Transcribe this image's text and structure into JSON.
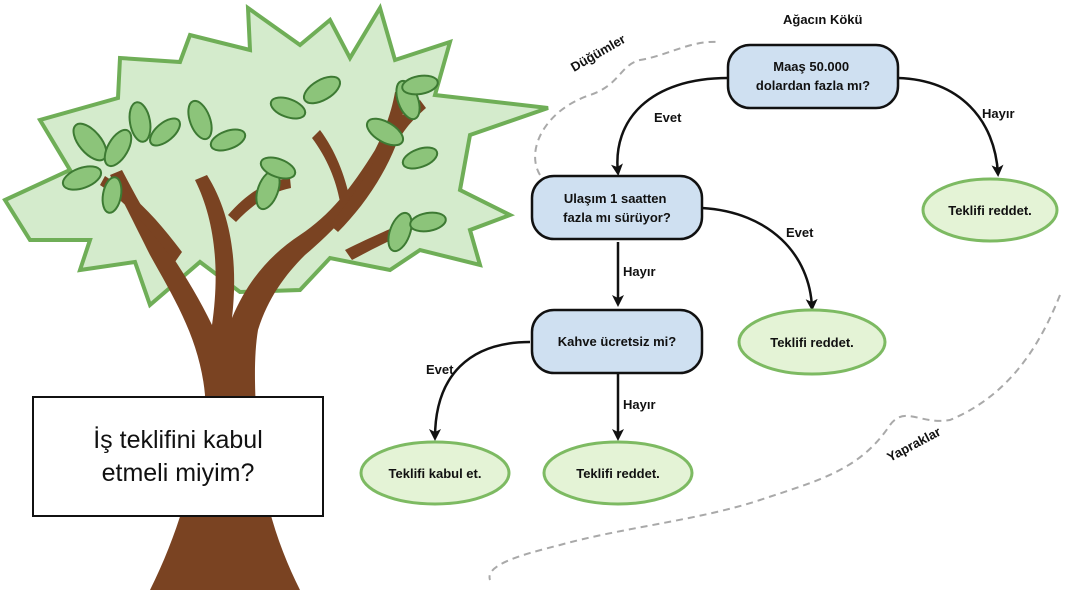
{
  "question": "İş teklifini kabul etmeli miyim?",
  "annotations": {
    "root": "Ağacın Kökü",
    "nodes": "Düğümler",
    "leaves": "Yapraklar"
  },
  "decisions": {
    "salary": [
      "Maaş 50.000",
      "dolardan fazla mı?"
    ],
    "commute": [
      "Ulaşım 1 saatten",
      "fazla mı sürüyor?"
    ],
    "coffee": [
      "Kahve ücretsiz mi?"
    ]
  },
  "outcomes": {
    "reject_salary": "Teklifi reddet.",
    "reject_commute": "Teklifi reddet.",
    "accept": "Teklifi kabul et.",
    "reject_coffee": "Teklifi reddet."
  },
  "edges": {
    "salary_yes": "Evet",
    "salary_no": "Hayır",
    "commute_yes": "Evet",
    "commute_no": "Hayır",
    "coffee_yes": "Evet",
    "coffee_no": "Hayır"
  },
  "colors": {
    "decision_fill": "#cfe0f1",
    "leaf_fill": "#e4f3d6",
    "leaf_stroke": "#7dba62",
    "trunk": "#7a4322",
    "canopy": "#d4ebcc",
    "canopy_stroke": "#6fae57"
  }
}
